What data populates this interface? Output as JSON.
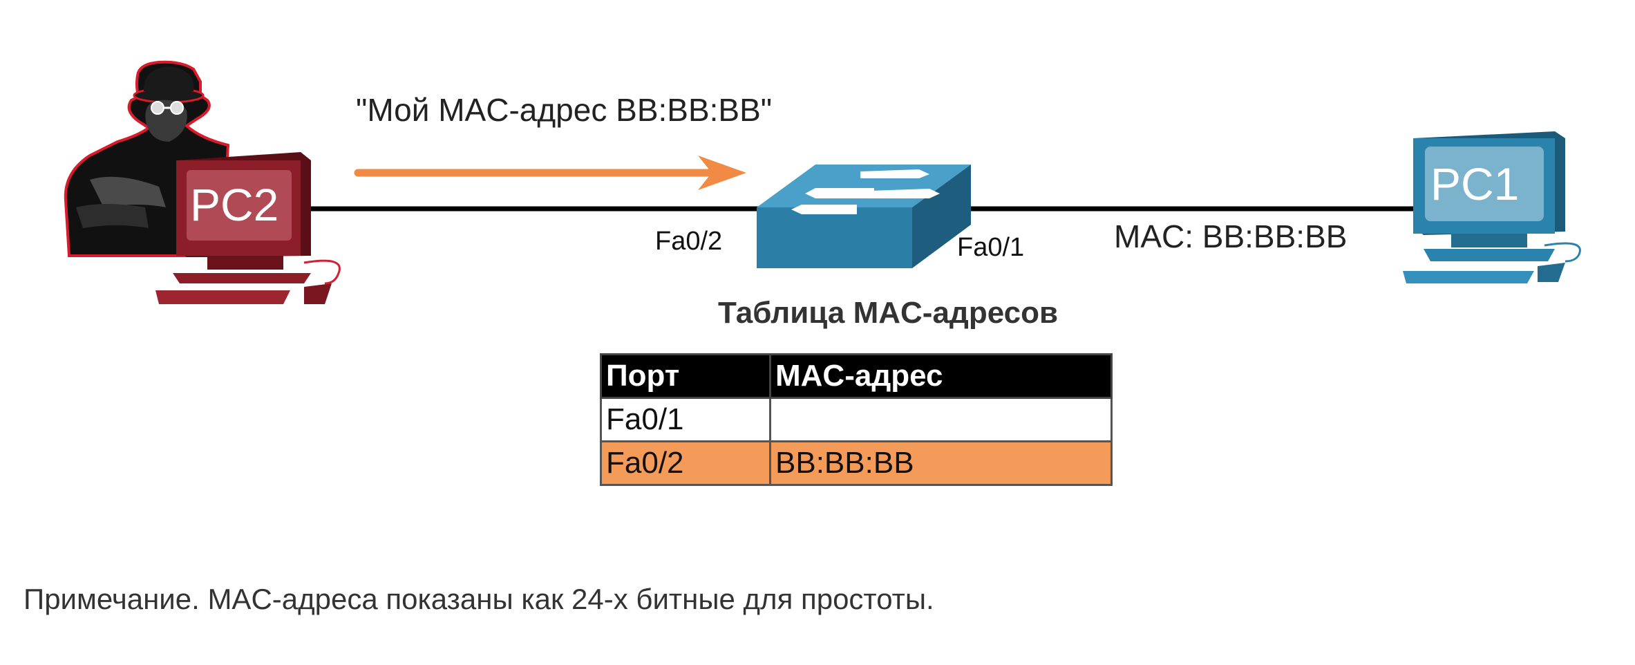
{
  "diagram": {
    "message": "\"Мой MAC-адрес BB:BB:BB\"",
    "attacker_pc_label": "PC2",
    "victim_pc_label": "PC1",
    "switch_port_left": "Fa0/2",
    "switch_port_right": "Fa0/1",
    "victim_mac_label": "MAC: BB:BB:BB",
    "icons": [
      "hacker-icon",
      "pc-icon",
      "switch-icon",
      "arrow-right-icon"
    ],
    "colors": {
      "attacker_pc": "#8b1e28",
      "victim_pc": "#2a83ad",
      "switch": "#2b7ea6",
      "arrow": "#f08a45",
      "highlight_row": "#f49b5a"
    }
  },
  "mac_table": {
    "title": "Таблица MAC-адресов",
    "headers": [
      "Порт",
      "MAC-адрес"
    ],
    "rows": [
      {
        "port": "Fa0/1",
        "mac": ""
      },
      {
        "port": "Fa0/2",
        "mac": "BB:BB:BB"
      }
    ]
  },
  "note": "Примечание. MAC-адреса показаны как 24-х битные для простоты."
}
